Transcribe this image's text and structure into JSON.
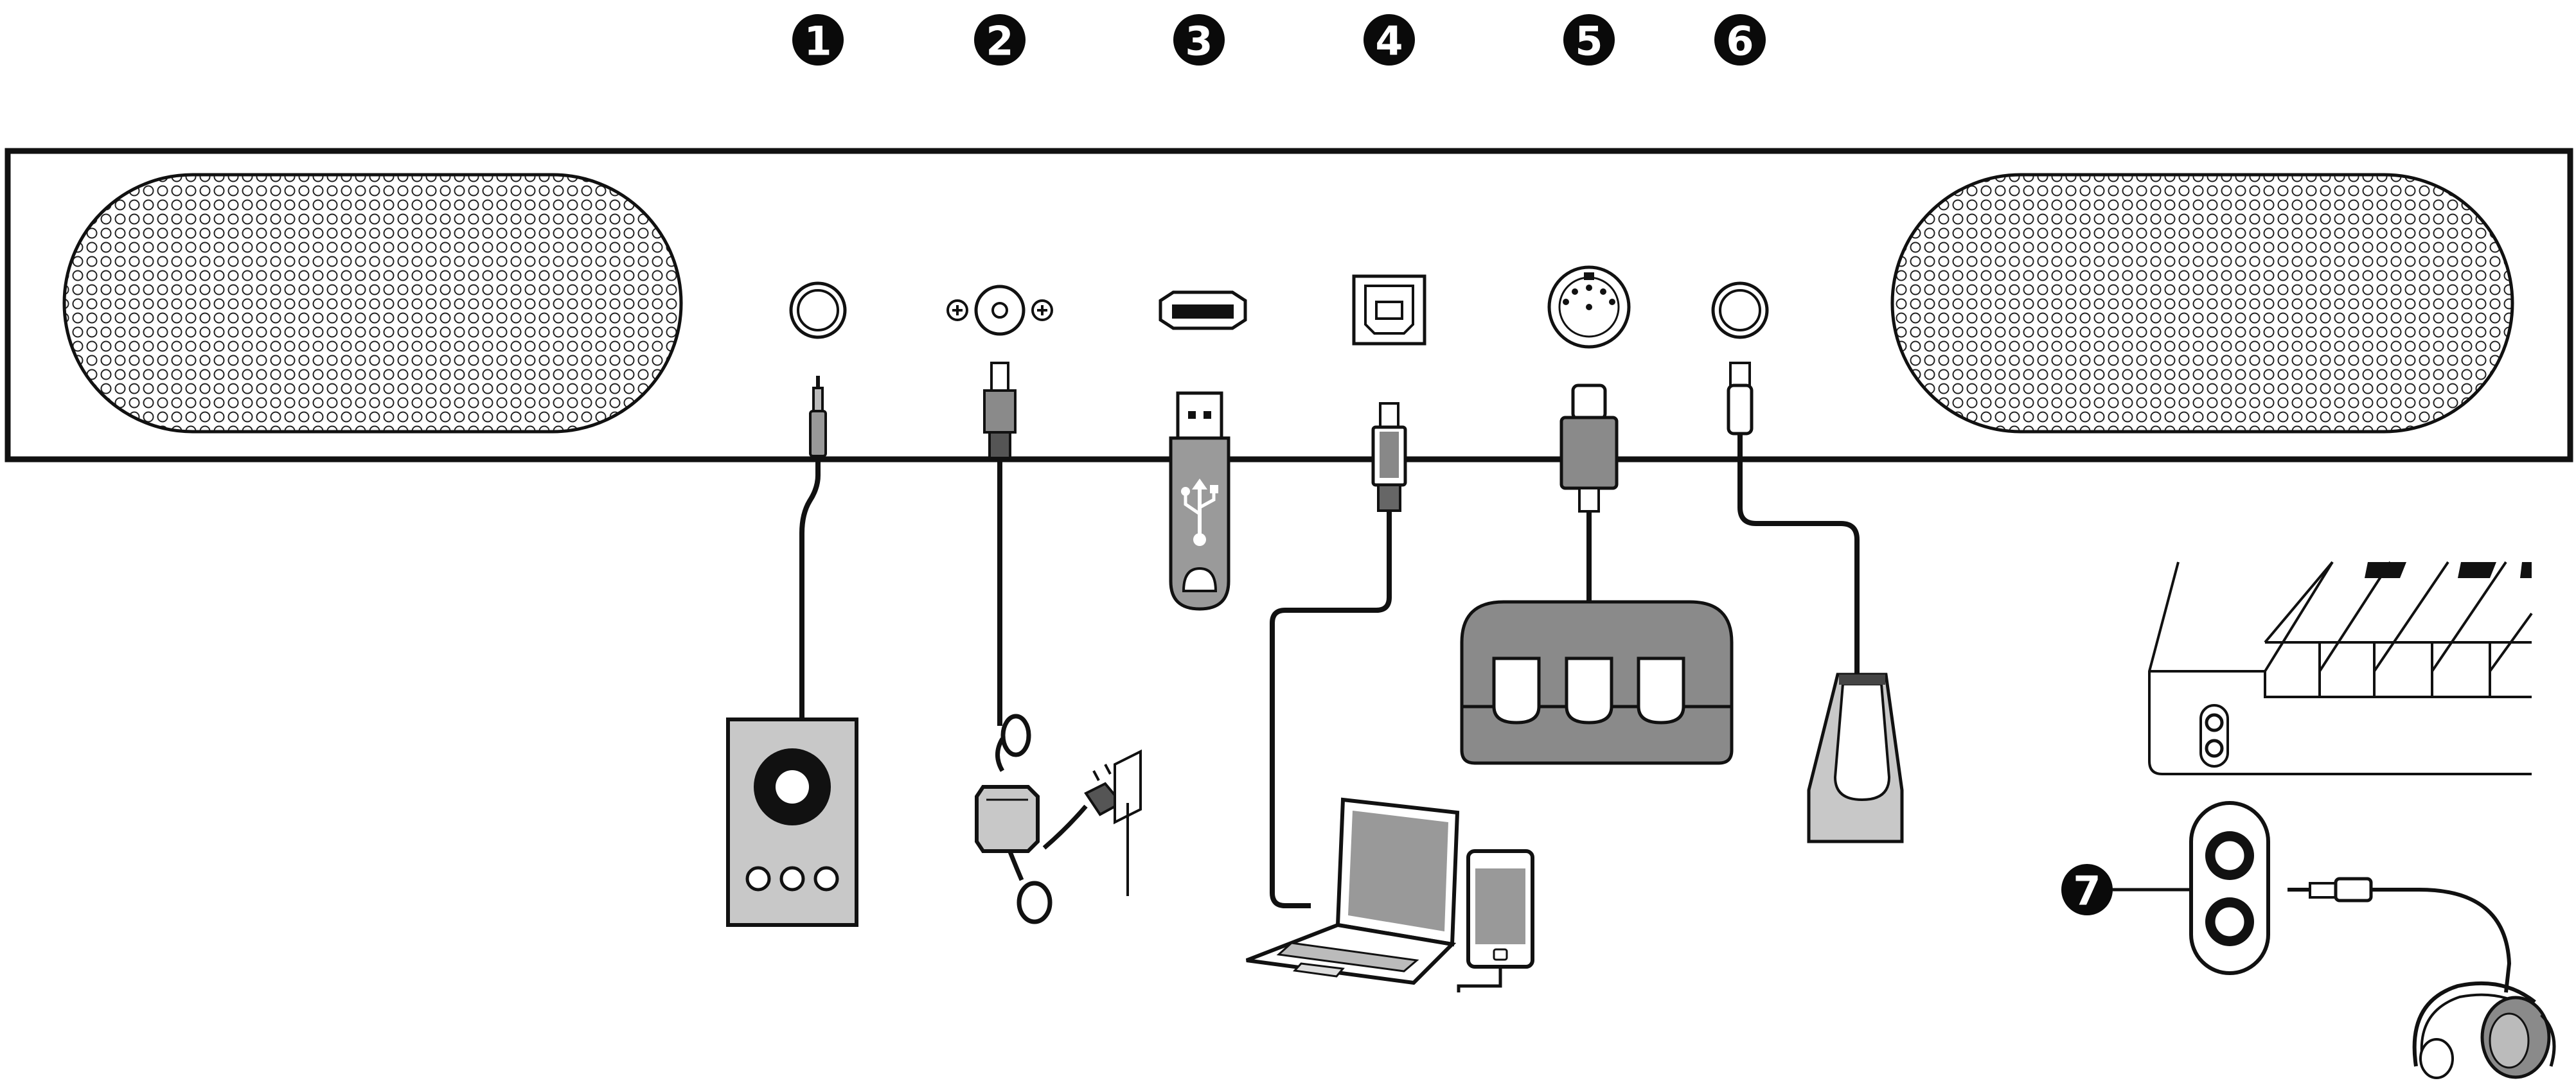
{
  "callouts": [
    {
      "label": "1",
      "icon": "aux-out-icon"
    },
    {
      "label": "2",
      "icon": "dc-power-icon"
    },
    {
      "label": "3",
      "icon": "usb-a-icon"
    },
    {
      "label": "4",
      "icon": "usb-b-icon"
    },
    {
      "label": "5",
      "icon": "midi-din-icon"
    },
    {
      "label": "6",
      "icon": "sustain-pedal-icon"
    },
    {
      "label": "7",
      "icon": "headphone-jack-icon"
    }
  ],
  "devices": {
    "speaker": "external-speaker-icon",
    "adapter": "power-adapter-icon",
    "flash_drive": "usb-flash-drive-icon",
    "computer": "laptop-icon",
    "phone": "smartphone-icon",
    "pedal_unit": "triple-pedal-unit-icon",
    "sustain_pedal": "sustain-pedal-icon",
    "keyboard": "keyboard-corner-icon",
    "headphones": "headphones-icon"
  },
  "colors": {
    "line": "#111111",
    "panel": "#ffffff",
    "gray": "#8a8a8a",
    "light_gray": "#c8c8c8",
    "badge": "#0a0a0a"
  }
}
